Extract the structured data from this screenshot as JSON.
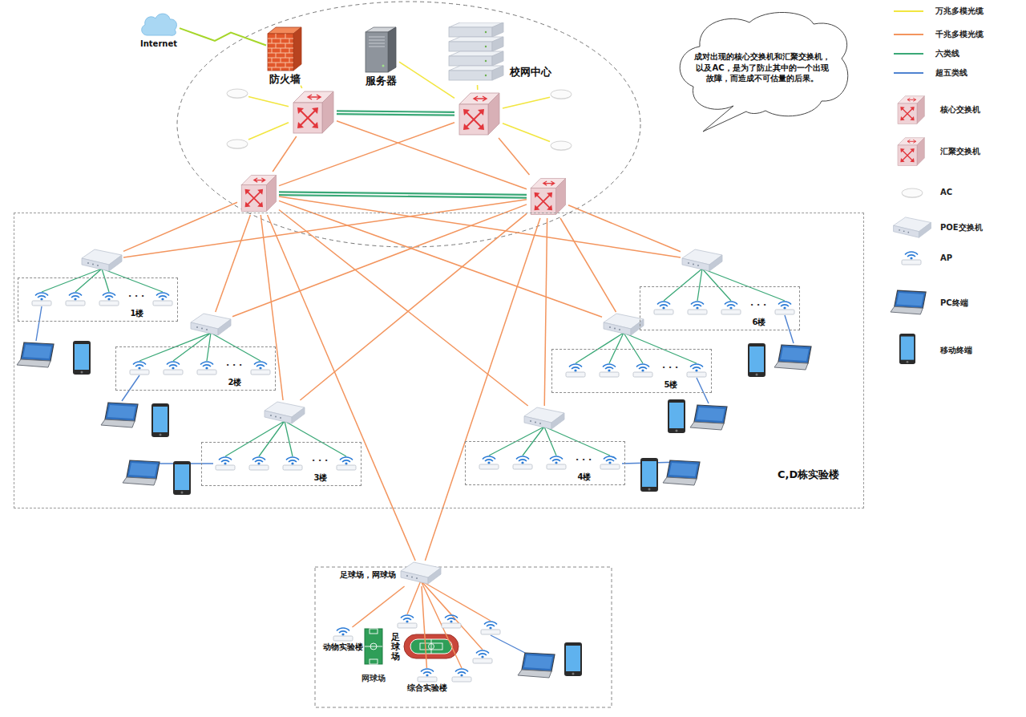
{
  "diagram": {
    "nodes": [
      {
        "text": [
          "Internet"
        ]
      },
      {
        "text": [
          "防火墙"
        ]
      },
      {
        "text": [
          "服务器"
        ]
      },
      {
        "text": [
          "校网中心"
        ]
      },
      {
        "text": [
          "成对出现的核心交换机和汇聚交换机，以及AC，是为了防止其中的一个出现故障，而造成不可估量的后果。"
        ]
      },
      {
        "text": []
      },
      {
        "text": []
      },
      {
        "text": []
      },
      {
        "text": []
      },
      {
        "text": []
      },
      {
        "text": []
      },
      {
        "text": []
      },
      {
        "text": []
      },
      {
        "text": [
          "C,D栋实验楼"
        ]
      },
      {
        "text": [],
        "in": 13
      },
      {
        "text": [
          "1楼"
        ],
        "in": 13
      },
      {
        "text": [],
        "in": 13
      },
      {
        "text": [
          "2楼"
        ],
        "in": 13
      },
      {
        "text": [],
        "in": 13
      },
      {
        "text": [
          "3楼"
        ],
        "in": 13
      },
      {
        "text": [],
        "in": 13
      },
      {
        "text": [
          "4楼"
        ],
        "in": 13
      },
      {
        "text": [],
        "in": 13
      },
      {
        "text": [
          "5楼"
        ],
        "in": 13
      },
      {
        "text": [],
        "in": 13
      },
      {
        "text": [
          "6楼"
        ],
        "in": 13
      },
      {
        "text": [
          "足球场，网球场"
        ]
      },
      {
        "text": [
          "动物实验楼"
        ]
      },
      {
        "text": [
          "综合实验楼"
        ]
      }
    ],
    "edges": [
      {
        "from": 0,
        "to": 1,
        "arrow": "none"
      },
      {
        "from": 1,
        "to": 5,
        "arrow": "none"
      },
      {
        "from": 2,
        "to": 6,
        "arrow": "none"
      },
      {
        "from": 3,
        "to": 6,
        "arrow": "none"
      },
      {
        "from": 5,
        "to": 6,
        "arrow": "none"
      },
      {
        "from": 5,
        "to": 7,
        "arrow": "none"
      },
      {
        "from": 5,
        "to": 8,
        "arrow": "none"
      },
      {
        "from": 6,
        "to": 9,
        "arrow": "none"
      },
      {
        "from": 6,
        "to": 10,
        "arrow": "none"
      },
      {
        "from": 5,
        "to": 11,
        "arrow": "none"
      },
      {
        "from": 5,
        "to": 12,
        "arrow": "none"
      },
      {
        "from": 6,
        "to": 11,
        "arrow": "none"
      },
      {
        "from": 6,
        "to": 12,
        "arrow": "none"
      },
      {
        "from": 11,
        "to": 12,
        "arrow": "none"
      },
      {
        "from": 11,
        "to": 14,
        "arrow": "none"
      },
      {
        "from": 11,
        "to": 16,
        "arrow": "none"
      },
      {
        "from": 11,
        "to": 18,
        "arrow": "none"
      },
      {
        "from": 11,
        "to": 20,
        "arrow": "none"
      },
      {
        "from": 11,
        "to": 22,
        "arrow": "none"
      },
      {
        "from": 11,
        "to": 24,
        "arrow": "none"
      },
      {
        "from": 12,
        "to": 14,
        "arrow": "none"
      },
      {
        "from": 12,
        "to": 16,
        "arrow": "none"
      },
      {
        "from": 12,
        "to": 18,
        "arrow": "none"
      },
      {
        "from": 12,
        "to": 20,
        "arrow": "none"
      },
      {
        "from": 12,
        "to": 22,
        "arrow": "none"
      },
      {
        "from": 12,
        "to": 24,
        "arrow": "none"
      },
      {
        "from": 11,
        "to": 26,
        "arrow": "none"
      },
      {
        "from": 12,
        "to": 26,
        "arrow": "none"
      },
      {
        "from": 26,
        "to": 27,
        "arrow": "none"
      },
      {
        "from": 26,
        "to": 28,
        "arrow": "none"
      }
    ],
    "labels": [
      "· · ·",
      "· · ·",
      "· · ·",
      "· · ·",
      "· · ·",
      "· · ·",
      "足球场",
      "网球场"
    ],
    "legend": [
      {
        "text": "万兆多模光缆"
      },
      {
        "text": "千兆多模光缆"
      },
      {
        "text": "六类线"
      },
      {
        "text": "超五类线"
      },
      {
        "text": "核心交换机"
      },
      {
        "text": "汇聚交换机"
      },
      {
        "text": "AC"
      },
      {
        "text": "POE交换机"
      },
      {
        "text": "AP"
      },
      {
        "text": "PC终端"
      },
      {
        "text": "移动终端"
      }
    ]
  }
}
